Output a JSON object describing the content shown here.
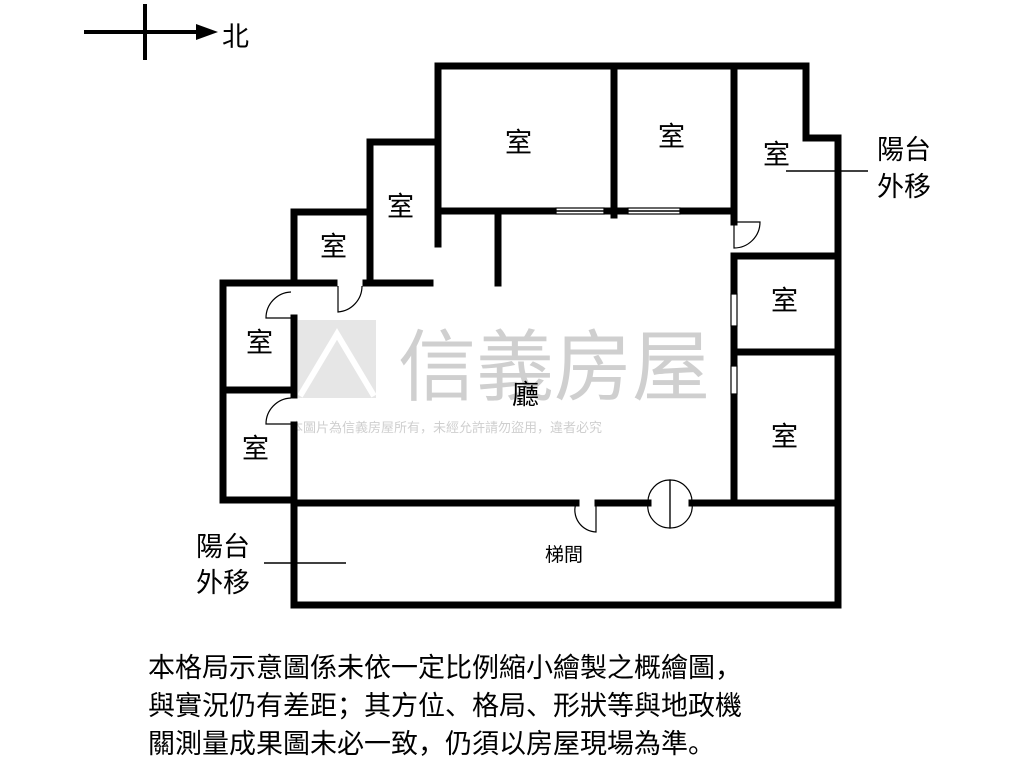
{
  "compass": {
    "direction_label": "北"
  },
  "rooms": {
    "room_a": "室",
    "room_b": "室",
    "room_c": "室",
    "room_d": "室",
    "room_e": "室",
    "room_f": "室",
    "room_g": "室",
    "room_h": "室",
    "room_i": "室"
  },
  "living_room": "廳",
  "stairwell": "梯間",
  "balcony_east": {
    "line1": "陽台",
    "line2": "外移"
  },
  "balcony_west": {
    "line1": "陽台",
    "line2": "外移"
  },
  "watermark": {
    "brand": "信義房屋",
    "notice": "本圖片為信義房屋所有，未經允許請勿盜用，違者必究"
  },
  "disclaimer": [
    "本格局示意圖係未依一定比例縮小繪製之概繪圖，",
    "與實況仍有差距；其方位、格局、形狀等與地政機",
    "關測量成果圖未必一致，仍須以房屋現場為準。"
  ]
}
